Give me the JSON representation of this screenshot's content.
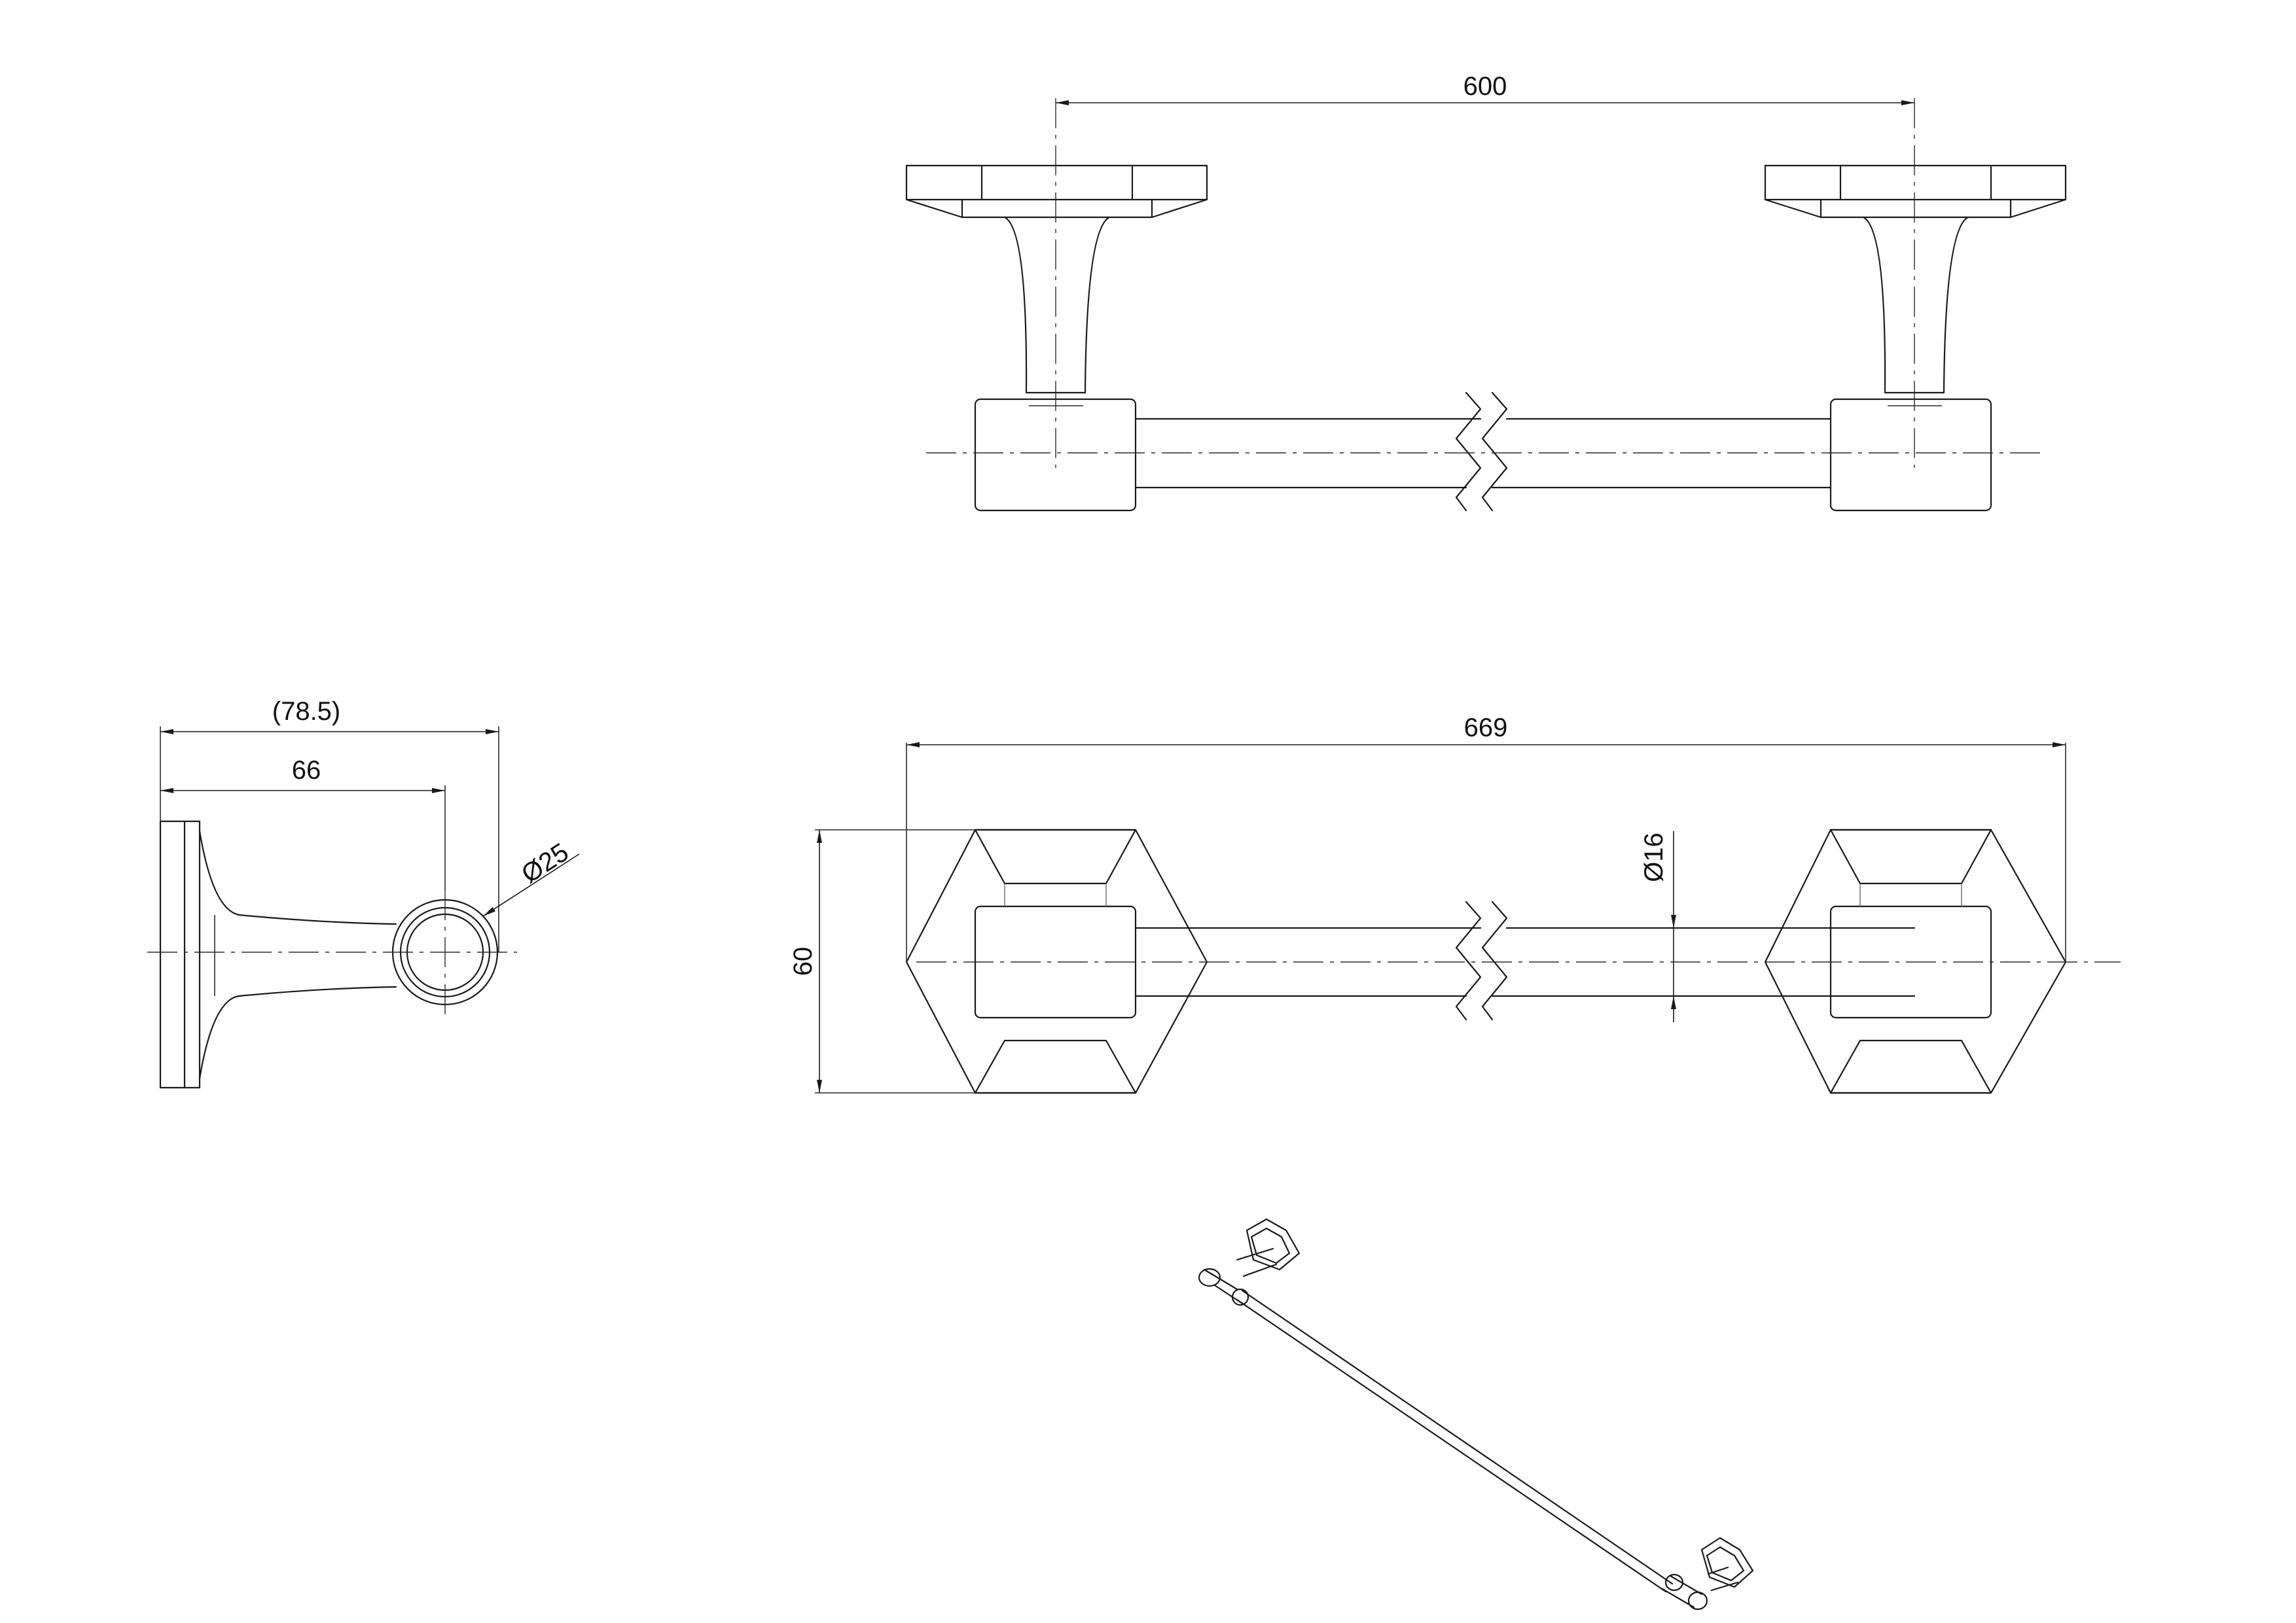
{
  "dimensions": {
    "bracket_spacing": "600",
    "overall_length": "669",
    "projection_overall": "(78.5)",
    "projection_center": "66",
    "bar_diameter": "Ø25",
    "rod_diameter": "Ø16",
    "plate_height": "60"
  },
  "colors": {
    "line": "#1a1a1a",
    "background": "#ffffff"
  }
}
